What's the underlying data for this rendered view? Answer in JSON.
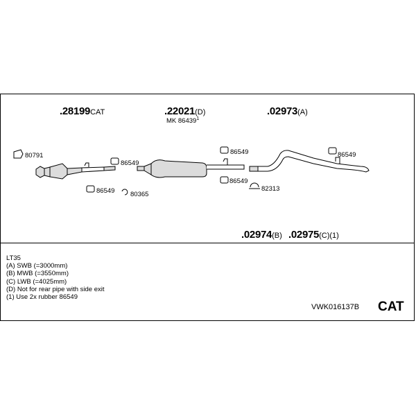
{
  "main_parts": [
    {
      "number": ".28199",
      "suffix": "CAT"
    },
    {
      "number": ".22021",
      "suffix": "(D)"
    },
    {
      "number": ".02973",
      "suffix": "(A)"
    },
    {
      "number": ".02974",
      "suffix": "(B)"
    },
    {
      "number": ".02975",
      "suffix": "(C)(1)"
    }
  ],
  "mk_label": "MK 86439",
  "mk_note": "1",
  "accessories": {
    "gasket_80791": "80791",
    "hanger_86549_a": "86549",
    "hanger_86549_b": "86549",
    "clamp_80365": "80365",
    "hanger_86549_c": "86549",
    "hanger_86549_d": "86549",
    "hanger_86549_e": "86549",
    "clamp_82313": "82313"
  },
  "notes": [
    "LT35",
    "(A) SWB (=3000mm)",
    "(B) MWB (=3550mm)",
    "(C) LWB (=4025mm)",
    "(D) Not for rear pipe with side exit",
    "(1) Use 2x rubber 86549"
  ],
  "kit_code": "VWK016137B",
  "kit_type": "CAT",
  "colors": {
    "line": "#000000",
    "part_fill": "#dcdcdc",
    "background": "#ffffff"
  }
}
